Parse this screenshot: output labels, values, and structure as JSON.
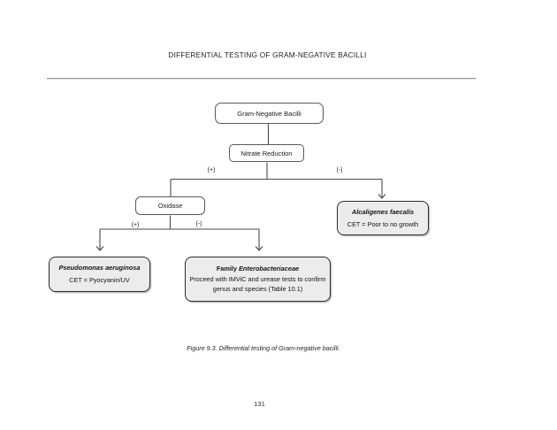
{
  "page": {
    "title": "DIFFERENTIAL TESTING OF GRAM-NEGATIVE BACILLI",
    "caption": "Figure 9.3. Differential testing of Gram-negative bacilli.",
    "page_number": "131"
  },
  "flowchart": {
    "nodes": {
      "gram_negative": {
        "label": "Gram-Negative Bacilli"
      },
      "nitrate": {
        "label": "Nitrate Reduction"
      },
      "oxidase": {
        "label": "Oxidase"
      },
      "alcaligenes": {
        "name": "Alcaligenes faecalis",
        "result": "CET = Poor to no growth"
      },
      "pseudomonas": {
        "name": "Pseudomonas aeruginosa",
        "result": "CET = Pyocyanin/UV"
      },
      "family": {
        "prefix": "Family",
        "name": "Enterobacteriaceae",
        "result": "Proceed with IMViC and urease tests to confirm genus and species (Table 10.1)"
      }
    },
    "branch_labels": {
      "nitrate_positive": "(+)",
      "nitrate_negative": "(-)",
      "oxidase_positive": "(+)",
      "oxidase_negative": "(-)"
    },
    "colors": {
      "connector": "#4a4a4a",
      "node_border": "#595959",
      "terminal_border": "#2b2b2b",
      "terminal_fill": "#ececec",
      "divider": "#9b9b9b"
    }
  }
}
